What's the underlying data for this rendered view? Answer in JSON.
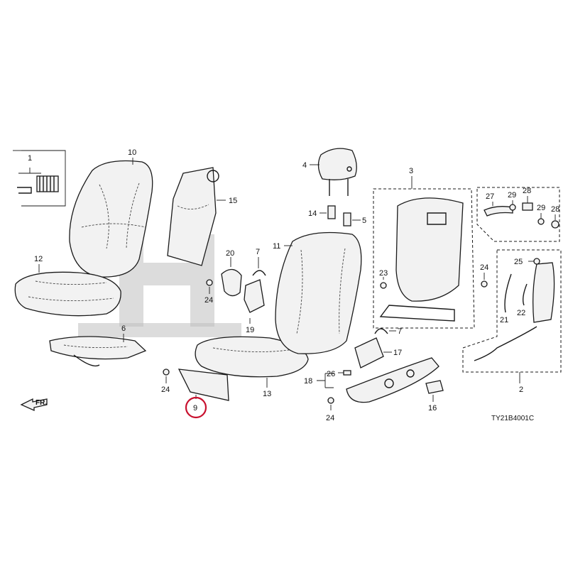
{
  "diagram": {
    "direction_label": "FR.",
    "drawing_code": "TY21B4001C",
    "highlighted_part": "9",
    "parts": [
      {
        "id": "p1",
        "number": "1"
      },
      {
        "id": "p2",
        "number": "2"
      },
      {
        "id": "p3",
        "number": "3"
      },
      {
        "id": "p4",
        "number": "4"
      },
      {
        "id": "p5",
        "number": "5"
      },
      {
        "id": "p6",
        "number": "6"
      },
      {
        "id": "p7a",
        "number": "7"
      },
      {
        "id": "p7b",
        "number": "7"
      },
      {
        "id": "p9",
        "number": "9"
      },
      {
        "id": "p10",
        "number": "10"
      },
      {
        "id": "p11",
        "number": "11"
      },
      {
        "id": "p12",
        "number": "12"
      },
      {
        "id": "p13",
        "number": "13"
      },
      {
        "id": "p14",
        "number": "14"
      },
      {
        "id": "p15",
        "number": "15"
      },
      {
        "id": "p16",
        "number": "16"
      },
      {
        "id": "p17",
        "number": "17"
      },
      {
        "id": "p18",
        "number": "18"
      },
      {
        "id": "p19",
        "number": "19"
      },
      {
        "id": "p20",
        "number": "20"
      },
      {
        "id": "p21",
        "number": "21"
      },
      {
        "id": "p22",
        "number": "22"
      },
      {
        "id": "p23",
        "number": "23"
      },
      {
        "id": "p24a",
        "number": "24"
      },
      {
        "id": "p24b",
        "number": "24"
      },
      {
        "id": "p24c",
        "number": "24"
      },
      {
        "id": "p24d",
        "number": "24"
      },
      {
        "id": "p25",
        "number": "25"
      },
      {
        "id": "p26",
        "number": "26"
      },
      {
        "id": "p27",
        "number": "27"
      },
      {
        "id": "p28a",
        "number": "28"
      },
      {
        "id": "p28b",
        "number": "28"
      },
      {
        "id": "p29a",
        "number": "29"
      },
      {
        "id": "p29b",
        "number": "29"
      }
    ]
  }
}
